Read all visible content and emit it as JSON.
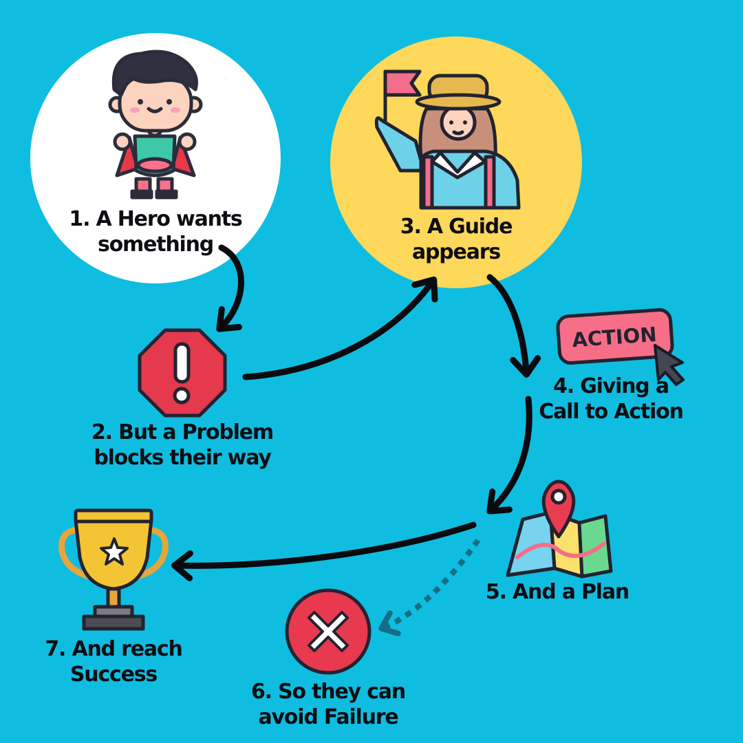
{
  "colors": {
    "background": "#0fbde0",
    "hero_circle": "#ffffff",
    "guide_circle": "#fdd85b",
    "arrow": "#0a0a0f",
    "failure_arrow": "#166e86",
    "problem_red": "#e5394e",
    "action_pink": "#f76e89"
  },
  "steps": [
    {
      "lines": [
        "1. A Hero wants",
        "something"
      ],
      "icon": "superhero-icon"
    },
    {
      "lines": [
        "2. But a Problem",
        "blocks their way"
      ],
      "icon": "warning-octagon-icon"
    },
    {
      "lines": [
        "3. A Guide",
        "appears"
      ],
      "icon": "guide-with-flag-icon"
    },
    {
      "lines": [
        "4. Giving a",
        "Call to Action"
      ],
      "icon": "action-button-icon"
    },
    {
      "lines": [
        "5. And a Plan"
      ],
      "icon": "map-pin-icon"
    },
    {
      "lines": [
        "6. So they can",
        "avoid Failure"
      ],
      "icon": "cross-circle-icon"
    },
    {
      "lines": [
        "7. And reach",
        "Success"
      ],
      "icon": "trophy-icon"
    }
  ],
  "action_button_text": "ACTION"
}
